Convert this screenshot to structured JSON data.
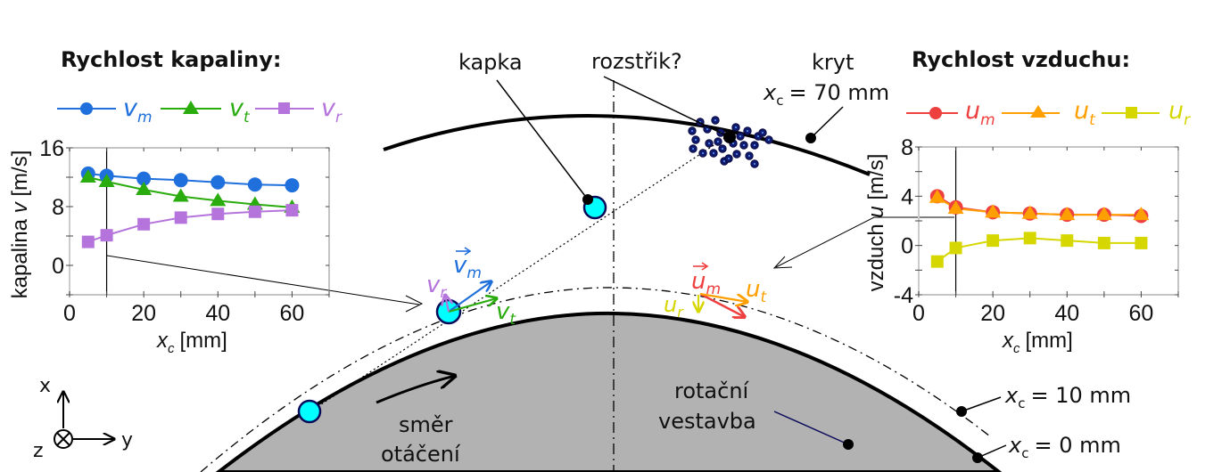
{
  "diagram": {
    "labels": {
      "drop": "kapka",
      "splash": "rozstřik?",
      "cover": "kryt",
      "cover_pos": "= 70 mm",
      "pos_10": "= 10 mm",
      "pos_0": "= 0 mm",
      "xc_sym": "x",
      "xc_sub": "c",
      "rotor_line1": "rotační",
      "rotor_line2": "vestavba",
      "rotation_line1": "směr",
      "rotation_line2": "otáčení"
    },
    "axes_triad": {
      "x": "x",
      "y": "y",
      "z": "z"
    },
    "liquid_vectors": {
      "vm": "v",
      "vm_sub": "m",
      "vt": "v",
      "vt_sub": "t",
      "vr": "v",
      "vr_sub": "r"
    },
    "air_vectors": {
      "um": "u",
      "um_sub": "m",
      "ut": "u",
      "ut_sub": "t",
      "ur": "u",
      "ur_sub": "r"
    },
    "colors": {
      "drop_fill": "#00ffff",
      "drop_stroke": "#0a0a5a",
      "rotor_fill": "#b2b2b2",
      "splash": "#101a6e"
    }
  },
  "chart_data": [
    {
      "type": "line",
      "title": "Rychlost kapaliny:",
      "xlabel": "x_c [mm]",
      "xlabel_main": "x",
      "xlabel_sub": "c",
      "xlabel_unit": "[mm]",
      "ylabel": "kapalina v [m/s]",
      "ylabel_pre": "kapalina ",
      "ylabel_var": "v",
      "ylabel_unit": " [m/s]",
      "xlim": [
        0,
        70
      ],
      "ylim": [
        -4,
        16
      ],
      "xticks": [
        0,
        20,
        40,
        60
      ],
      "yticks": [
        0,
        8,
        16
      ],
      "x": [
        5,
        10,
        20,
        30,
        40,
        50,
        60
      ],
      "legend_position": "top",
      "series": [
        {
          "name": "v_m",
          "label": "v",
          "sub": "m",
          "color": "#1f6fdc",
          "marker": "circle",
          "values": [
            12.5,
            12.2,
            11.8,
            11.6,
            11.3,
            11.0,
            10.9
          ]
        },
        {
          "name": "v_t",
          "label": "v",
          "sub": "t",
          "color": "#2aab0e",
          "marker": "triangle",
          "values": [
            12.0,
            11.4,
            10.3,
            9.4,
            8.8,
            8.3,
            7.9
          ]
        },
        {
          "name": "v_r",
          "label": "v",
          "sub": "r",
          "color": "#b574dc",
          "marker": "square",
          "values": [
            3.2,
            4.1,
            5.6,
            6.5,
            7.0,
            7.3,
            7.5
          ]
        }
      ]
    },
    {
      "type": "line",
      "title": "Rychlost vzduchu:",
      "xlabel": "x_c [mm]",
      "xlabel_main": "x",
      "xlabel_sub": "c",
      "xlabel_unit": "[mm]",
      "ylabel": "vzduch u [m/s]",
      "ylabel_pre": "vzduch ",
      "ylabel_var": "u",
      "ylabel_unit": " [m/s]",
      "xlim": [
        0,
        70
      ],
      "ylim": [
        -4,
        8
      ],
      "xticks": [
        0,
        20,
        40,
        60
      ],
      "yticks": [
        -4,
        0,
        4,
        8
      ],
      "x": [
        5,
        10,
        20,
        30,
        40,
        50,
        60
      ],
      "legend_position": "top",
      "series": [
        {
          "name": "u_m",
          "label": "u",
          "sub": "m",
          "color": "#ef4040",
          "marker": "circle",
          "values": [
            4.0,
            3.1,
            2.7,
            2.6,
            2.5,
            2.5,
            2.4
          ]
        },
        {
          "name": "u_t",
          "label": "u",
          "sub": "t",
          "color": "#ff9f00",
          "marker": "triangle",
          "values": [
            3.9,
            3.0,
            2.7,
            2.6,
            2.5,
            2.5,
            2.5
          ]
        },
        {
          "name": "u_r",
          "label": "u",
          "sub": "r",
          "color": "#d6d600",
          "marker": "square",
          "values": [
            -1.3,
            -0.2,
            0.4,
            0.6,
            0.4,
            0.2,
            0.2
          ]
        }
      ]
    }
  ]
}
